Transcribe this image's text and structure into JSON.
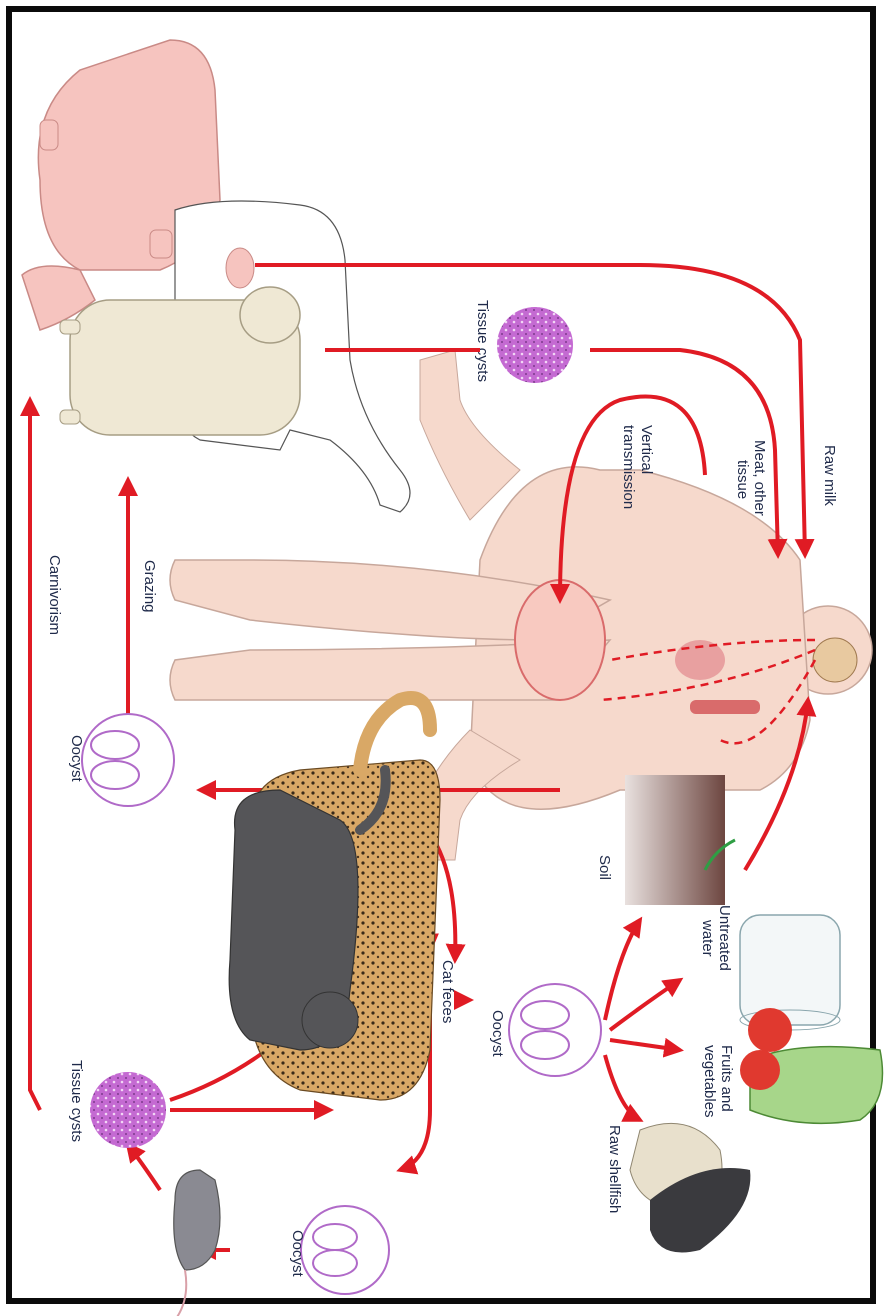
{
  "labels": {
    "tissue_cysts_top": "Tissue cysts",
    "vertical_transmission_1": "Vertical",
    "vertical_transmission_2": "transmission",
    "meat_1": "Meat, other",
    "meat_2": "tissue",
    "raw_milk": "Raw milk",
    "grazing": "Grazing",
    "carnivorism": "Carnivorism",
    "oocyst_left": "Oocyst",
    "soil": "Soil",
    "untreated_water_1": "Untreated",
    "untreated_water_2": "water",
    "fruits_1": "Fruits and",
    "fruits_2": "vegetables",
    "raw_shellfish": "Raw shellfish",
    "cat_feces": "Cat feces",
    "oocyst_center": "Oocyst",
    "tissue_cysts_bottom": "Tissue cysts",
    "oocyst_bottom": "Oocyst"
  },
  "colors": {
    "arrow": "#e01b24",
    "oocyst": "#b06ac8",
    "cyst": "#c46ad2",
    "skin": "#f6d9cc",
    "pig": "#f6c4bf",
    "sheep": "#efe8d4",
    "leopard": "#d9a866",
    "cat": "#555558",
    "mouse": "#8a8a92",
    "soil": "#7a4f49"
  }
}
